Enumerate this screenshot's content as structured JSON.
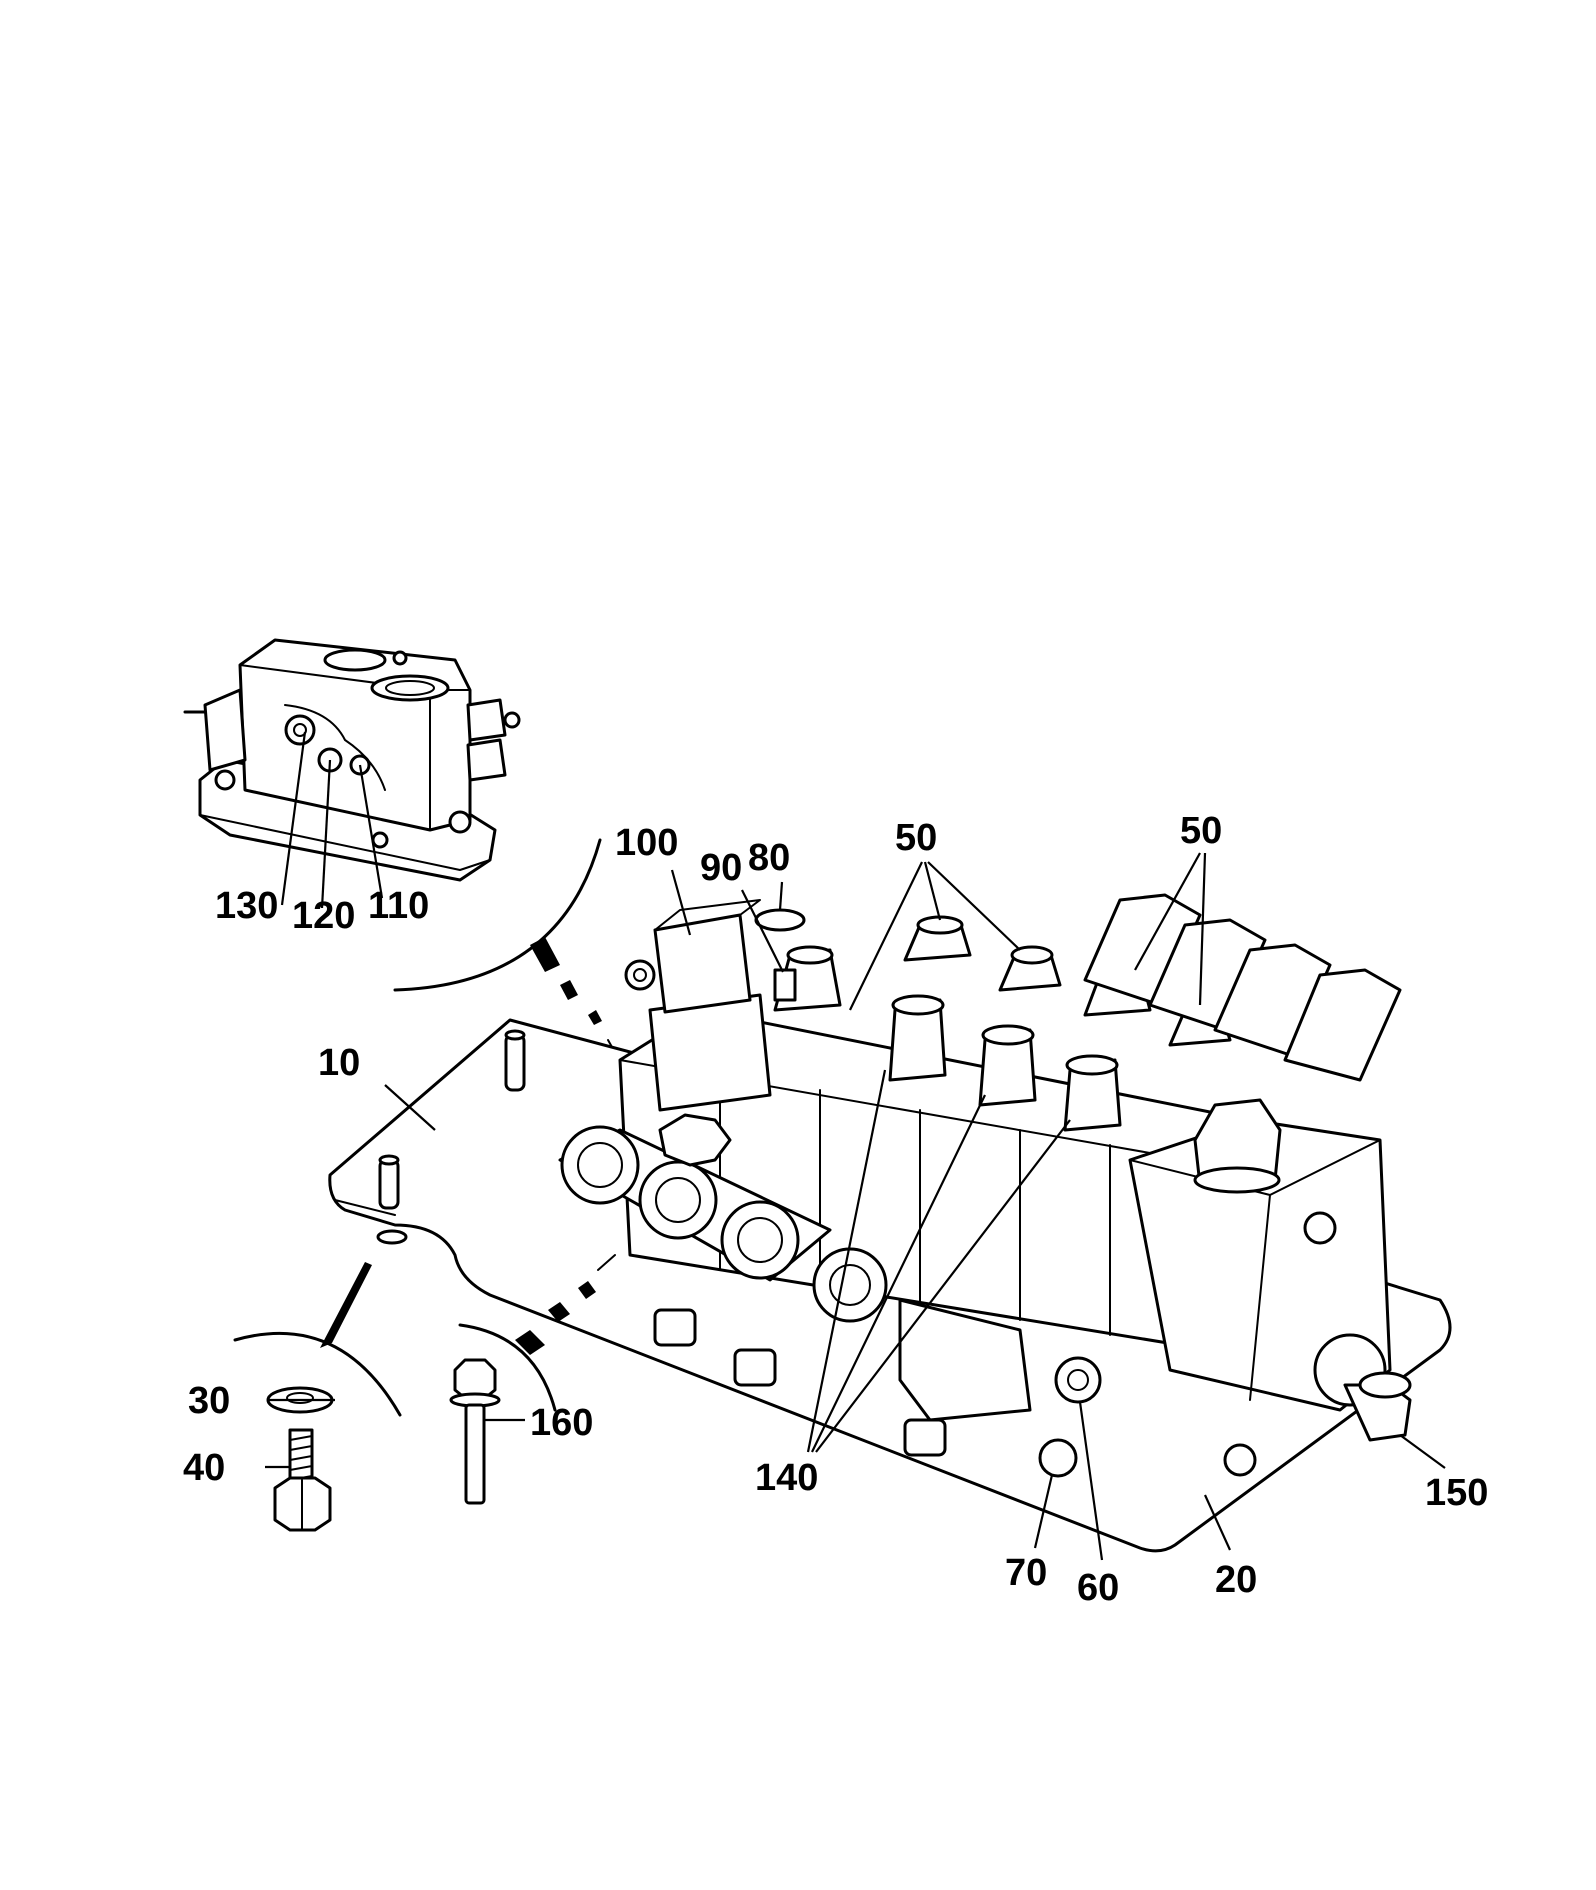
{
  "diagram": {
    "callouts": {
      "c10": "10",
      "c20": "20",
      "c30": "30",
      "c40": "40",
      "c50a": "50",
      "c50b": "50",
      "c60": "60",
      "c70": "70",
      "c80": "80",
      "c90": "90",
      "c100": "100",
      "c110": "110",
      "c120": "120",
      "c130": "130",
      "c140": "140",
      "c150": "150",
      "c160": "160"
    }
  }
}
